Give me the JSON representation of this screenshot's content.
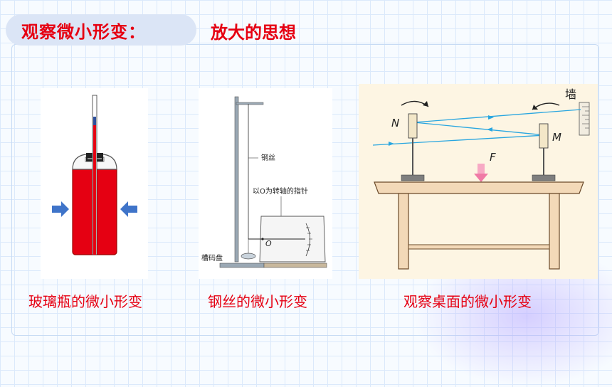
{
  "title": "观察微小形变：",
  "subtitle": "放大的思想",
  "captions": [
    "玻璃瓶的微小形变",
    "钢丝的微小形变",
    "观察桌面的微小形变"
  ],
  "figure2": {
    "wire_label": "钢丝",
    "pointer_label": "以O为转轴的指针",
    "pivot_label": "O",
    "weight_label": "槽码盘"
  },
  "figure3": {
    "wall_label": "墙",
    "mirror_n": "N",
    "mirror_m": "M",
    "force_label": "F"
  },
  "colors": {
    "accent": "#e60012",
    "laser": "#29a6e0",
    "table": "#f3d9b8"
  }
}
